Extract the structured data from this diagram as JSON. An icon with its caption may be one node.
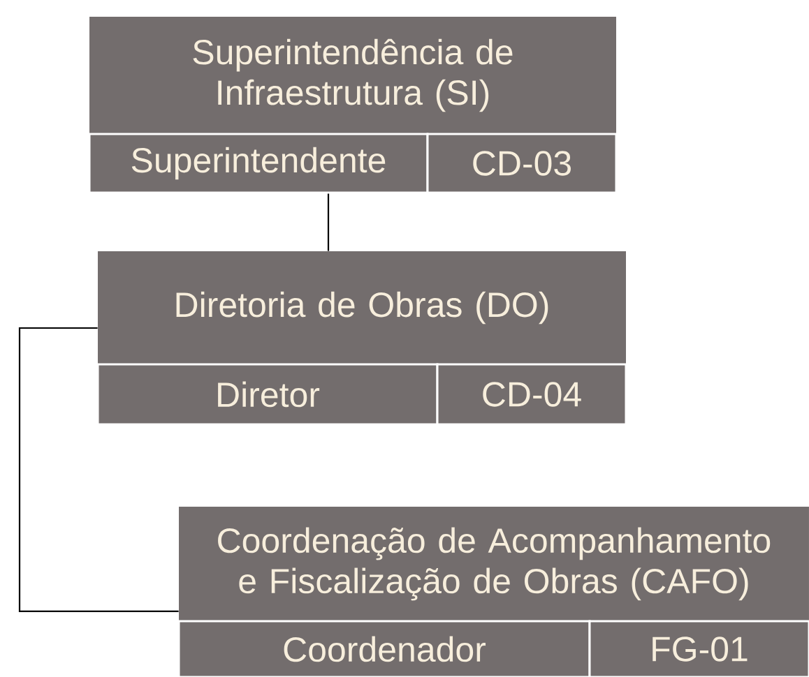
{
  "diagram": {
    "nodes": [
      {
        "text": [
          "Superintendência de Infraestrutura (SI)"
        ]
      },
      {
        "text": [
          "Superintendente"
        ]
      },
      {
        "text": [
          "CD-03"
        ]
      },
      {
        "text": [
          "Diretoria de Obras (DO)"
        ]
      },
      {
        "text": [
          "Diretor"
        ]
      },
      {
        "text": [
          "CD-04"
        ]
      },
      {
        "text": [
          "Coordenação de Acompanhamento e Fiscalização de Obras (CAFO)"
        ]
      },
      {
        "text": [
          "Coordenador"
        ]
      },
      {
        "text": [
          "FG-01"
        ]
      }
    ],
    "edges": [
      {
        "from": 1,
        "to": 3,
        "arrow": "none"
      },
      {
        "from": 3,
        "to": 6,
        "arrow": "none"
      }
    ]
  }
}
